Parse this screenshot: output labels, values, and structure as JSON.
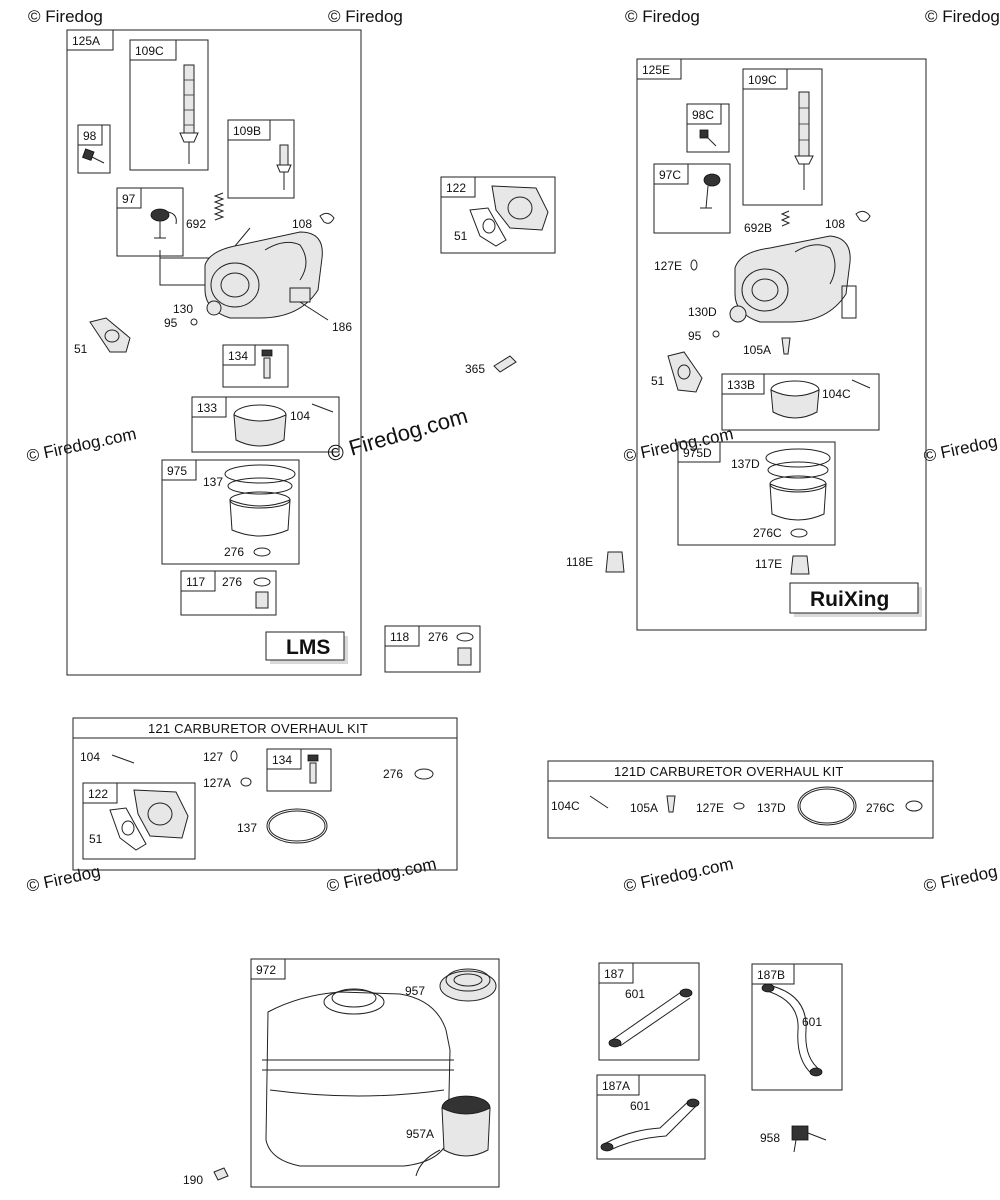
{
  "watermarks": {
    "corner": "© Firedog",
    "center": "© Firedog.com",
    "mid": "© Firedog.com"
  },
  "groups": {
    "g125A": {
      "label": "125A",
      "brand": "LMS"
    },
    "g125E": {
      "label": "125E",
      "brand": "RuiXing"
    },
    "kit121": {
      "title": "121 CARBURETOR OVERHAUL KIT"
    },
    "kit121D": {
      "title": "121D CARBURETOR OVERHAUL KIT"
    }
  },
  "labels": {
    "l109C": "109C",
    "l98": "98",
    "l109B": "109B",
    "l97": "97",
    "l692": "692",
    "l108": "108",
    "l130": "130",
    "l95": "95",
    "l186": "186",
    "l51": "51",
    "l134": "134",
    "l133": "133",
    "l104": "104",
    "l975": "975",
    "l137": "137",
    "l276": "276",
    "l117": "117",
    "l276b": "276",
    "l122": "122",
    "l51b": "51",
    "l365": "365",
    "l118": "118",
    "l276c": "276",
    "e109C": "109C",
    "e98C": "98C",
    "e97C": "97C",
    "e692B": "692B",
    "e108": "108",
    "e127E": "127E",
    "e130D": "130D",
    "e95": "95",
    "e105A": "105A",
    "e51": "51",
    "e133B": "133B",
    "e104C": "104C",
    "e975D": "975D",
    "e137D": "137D",
    "e276C": "276C",
    "e117E": "117E",
    "e118E": "118E",
    "k104": "104",
    "k127": "127",
    "k127A": "127A",
    "k134": "134",
    "k276": "276",
    "k122": "122",
    "k51": "51",
    "k137": "137",
    "d104C": "104C",
    "d105A": "105A",
    "d127E": "127E",
    "d137D": "137D",
    "d276C": "276C",
    "t972": "972",
    "t957": "957",
    "t957A": "957A",
    "t190": "190",
    "h187": "187",
    "h601a": "601",
    "h187B": "187B",
    "h601b": "601",
    "h187A": "187A",
    "h601c": "601",
    "h958": "958"
  }
}
